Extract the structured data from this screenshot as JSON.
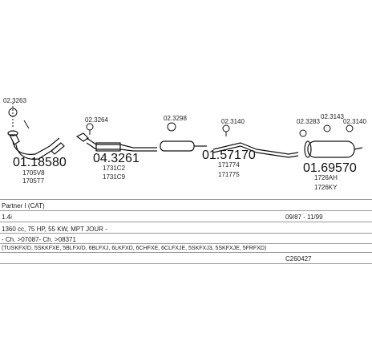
{
  "parts": {
    "p1": {
      "number": "01.18580",
      "oe": [
        "1705V8",
        "1705T7"
      ],
      "accessory": "02.3263"
    },
    "p2": {
      "number": "04.3261",
      "oe": [
        "1731C2",
        "1731C9"
      ],
      "accessory": "02.3264"
    },
    "p3": {
      "accessory": "02.3298"
    },
    "p4": {
      "number": "01.57170",
      "oe": [
        "171774",
        "171775"
      ],
      "accessory": "02.3140"
    },
    "p5": {
      "number": "01.69570",
      "oe": [
        "1726AH",
        "1726KY"
      ],
      "accessories": [
        "02.3283",
        "02.3143",
        "02.3140"
      ]
    }
  },
  "info": {
    "model": "Partner I (CAT)",
    "engine": "1.4i",
    "dates": "09/87 - 11/99",
    "specs": "1360 cc, 75 HP, 55 KW, MPT JOUR -",
    "chassis": "- Ch. >07087- Ch. >08371",
    "codes": "(TUSKFX/D, 5SKKFXE, 5BLFX/D, 6BLFXJ, 6LKFXD, 6CHFXE, 6CLFXJE, 5SKFXJ3, 5SKFXJE, 5FRFXD)",
    "catalog": "C260427"
  }
}
